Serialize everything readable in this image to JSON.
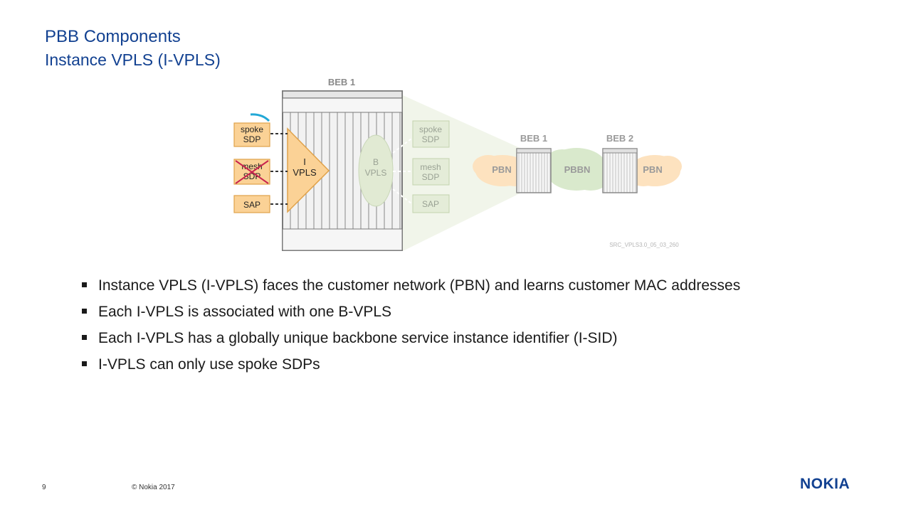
{
  "slide": {
    "title": "PBB Components",
    "subtitle": "Instance VPLS (I-VPLS)",
    "page_number": "9",
    "copyright": "© Nokia 2017",
    "logo": "NOKIA"
  },
  "diagram": {
    "beb_top_label": "BEB 1",
    "left_items": [
      "spoke\nSDP",
      "mesh\nSDP",
      "SAP"
    ],
    "i_vpls_label": [
      "I",
      "VPLS"
    ],
    "b_vpls_label": [
      "B",
      "VPLS"
    ],
    "right_items": [
      "spoke\nSDP",
      "mesh\nSDP",
      "SAP"
    ],
    "net_beb1": "BEB 1",
    "net_beb2": "BEB 2",
    "pbn_left": "PBN",
    "pbbn": "PBBN",
    "pbn_right": "PBN",
    "source_id": "SRC_VPLS3.0_05_03_260"
  },
  "bullets": [
    "Instance VPLS (I-VPLS) faces the customer network (PBN) and learns customer MAC addresses",
    "Each I-VPLS is associated with one B-VPLS",
    "Each I-VPLS has a globally unique backbone service instance identifier (I-SID)",
    "I-VPLS can only use spoke SDPs"
  ],
  "colors": {
    "title": "#124191",
    "orange_box": "#fbd296",
    "green_box": "#e4ecd8",
    "cloud_green": "#d9e9cc",
    "cloud_orange": "#fde2bf"
  }
}
